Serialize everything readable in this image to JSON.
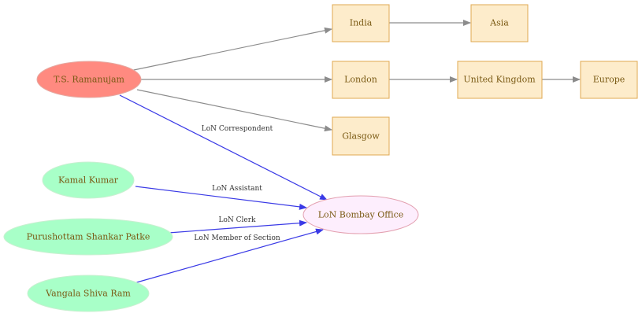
{
  "colors": {
    "person_primary_fill": "#ff8a80",
    "person_primary_stroke": "#e5a8a0",
    "person_fill": "#a8ffc8",
    "person_stroke": "#c8f0d0",
    "place_fill": "#fdeccb",
    "place_stroke": "#e0a850",
    "office_fill": "#fdeefd",
    "office_stroke": "#e3a0b0",
    "text_color": "#7a5a14",
    "edge_gray": "#8c8c8c",
    "edge_blue": "#3a3ae6"
  },
  "nodes": {
    "ramanujam": "T.S. Ramanujam",
    "kamal": "Kamal Kumar",
    "patke": "Purushottam Shankar Patke",
    "vangala": "Vangala Shiva Ram",
    "india": "India",
    "asia": "Asia",
    "london": "London",
    "uk": "United Kingdom",
    "europe": "Europe",
    "glasgow": "Glasgow",
    "bombay": "LoN Bombay Office"
  },
  "edges": {
    "correspondent": "LoN Correspondent",
    "assistant": "LoN Assistant",
    "clerk": "LoN Clerk",
    "member": "LoN Member of Section"
  }
}
